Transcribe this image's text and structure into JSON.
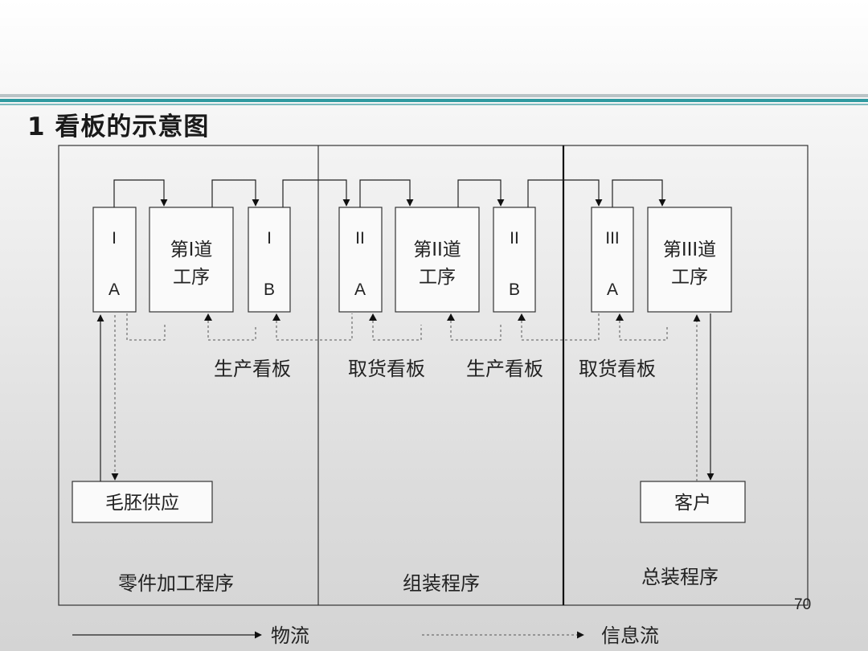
{
  "slide": {
    "title": "1 看板的示意图",
    "page_number": "70"
  },
  "stations": {
    "IA": {
      "top": "I",
      "bottom": "A"
    },
    "IB": {
      "top": "I",
      "bottom": "B"
    },
    "IIA": {
      "top": "II",
      "bottom": "A"
    },
    "IIB": {
      "top": "II",
      "bottom": "B"
    },
    "IIIA": {
      "top": "III",
      "bottom": "A"
    }
  },
  "processes": {
    "p1": {
      "line1": "第I道",
      "line2": "工序"
    },
    "p2": {
      "line1": "第II道",
      "line2": "工序"
    },
    "p3": {
      "line1": "第III道",
      "line2": "工序"
    }
  },
  "kanban_labels": {
    "production_1": "生产看板",
    "withdrawal_1": "取货看板",
    "production_2": "生产看板",
    "withdrawal_2": "取货看板"
  },
  "endpoints": {
    "supply": "毛胚供应",
    "customer": "客户"
  },
  "sections": {
    "parts": "零件加工程序",
    "assembly": "组装程序",
    "final": "总装程序"
  },
  "legend": {
    "material_flow": "物流",
    "information_flow": "信息流"
  }
}
